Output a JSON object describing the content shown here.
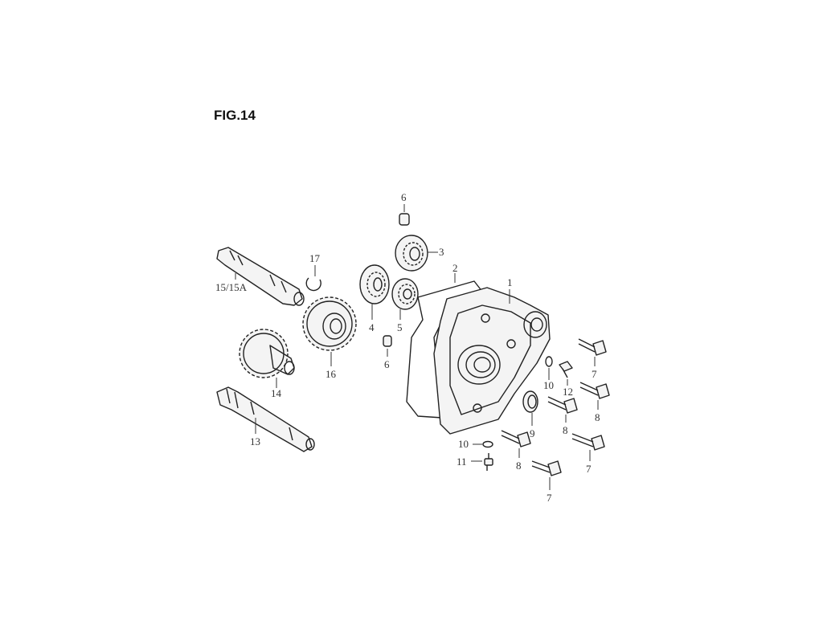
{
  "title": "FIG.14",
  "callouts": {
    "c1": "1",
    "c2": "2",
    "c3": "3",
    "c4": "4",
    "c5": "5",
    "c6a": "6",
    "c6b": "6",
    "c7a": "7",
    "c7b": "7",
    "c7c": "7",
    "c8a": "8",
    "c8b": "8",
    "c8c": "8",
    "c9": "9",
    "c10a": "10",
    "c10b": "10",
    "c11": "11",
    "c12": "12",
    "c13": "13",
    "c14": "14",
    "c15": "15/15A",
    "c16": "16",
    "c17": "17"
  }
}
